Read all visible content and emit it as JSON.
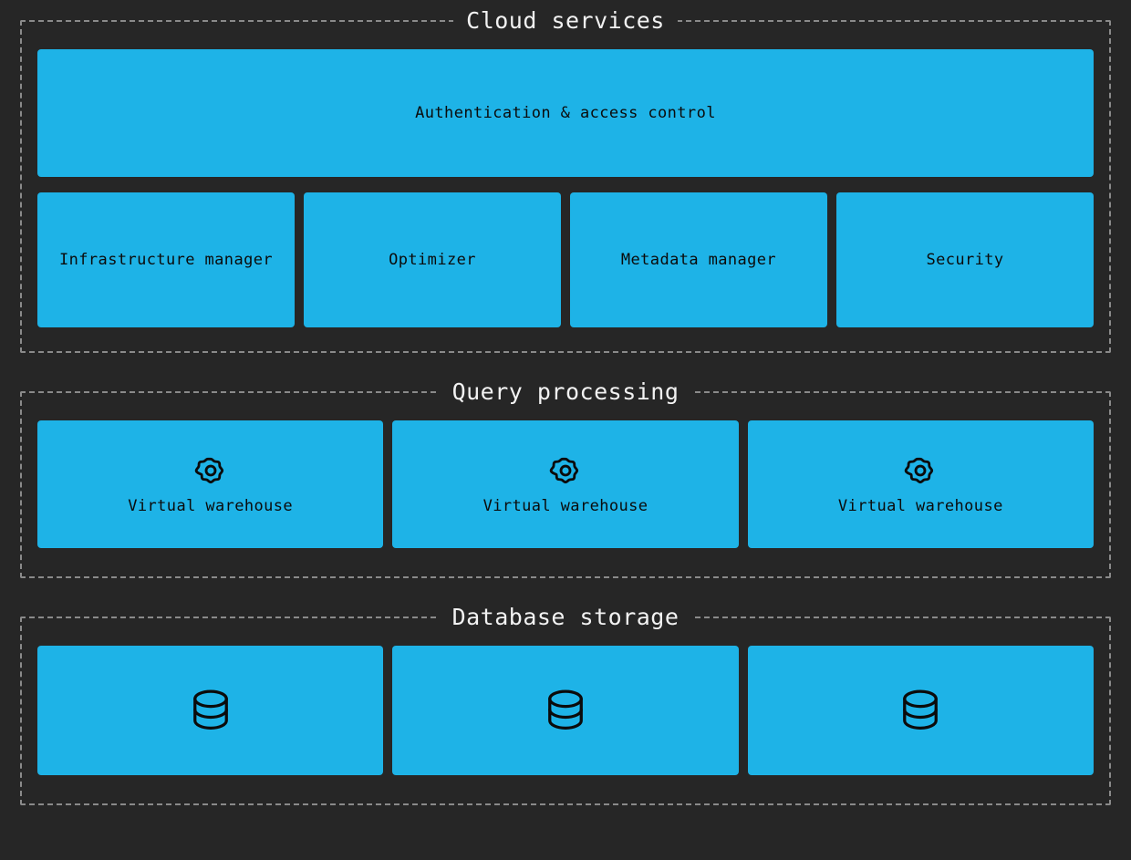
{
  "theme": {
    "background": "#262626",
    "node_fill": "#1EB3E7",
    "node_text": "#0b0b0b",
    "border": "#8a8a8a",
    "title_text": "#f2f2f2"
  },
  "sections": [
    {
      "id": "cloud-services",
      "title": "Cloud services",
      "rows": [
        {
          "id": "cloud-services-top",
          "nodes": [
            {
              "label": "Authentication & access control",
              "icon": null
            }
          ]
        },
        {
          "id": "cloud-services-bottom",
          "nodes": [
            {
              "label": "Infrastructure manager",
              "icon": null
            },
            {
              "label": "Optimizer",
              "icon": null
            },
            {
              "label": "Metadata manager",
              "icon": null
            },
            {
              "label": "Security",
              "icon": null
            }
          ]
        }
      ]
    },
    {
      "id": "query-processing",
      "title": "Query processing",
      "rows": [
        {
          "id": "query-processing-row",
          "nodes": [
            {
              "label": "Virtual warehouse",
              "icon": "gear-icon"
            },
            {
              "label": "Virtual warehouse",
              "icon": "gear-icon"
            },
            {
              "label": "Virtual warehouse",
              "icon": "gear-icon"
            }
          ]
        }
      ]
    },
    {
      "id": "database-storage",
      "title": "Database storage",
      "rows": [
        {
          "id": "database-storage-row",
          "nodes": [
            {
              "label": "",
              "icon": "database-icon"
            },
            {
              "label": "",
              "icon": "database-icon"
            },
            {
              "label": "",
              "icon": "database-icon"
            }
          ]
        }
      ]
    }
  ]
}
